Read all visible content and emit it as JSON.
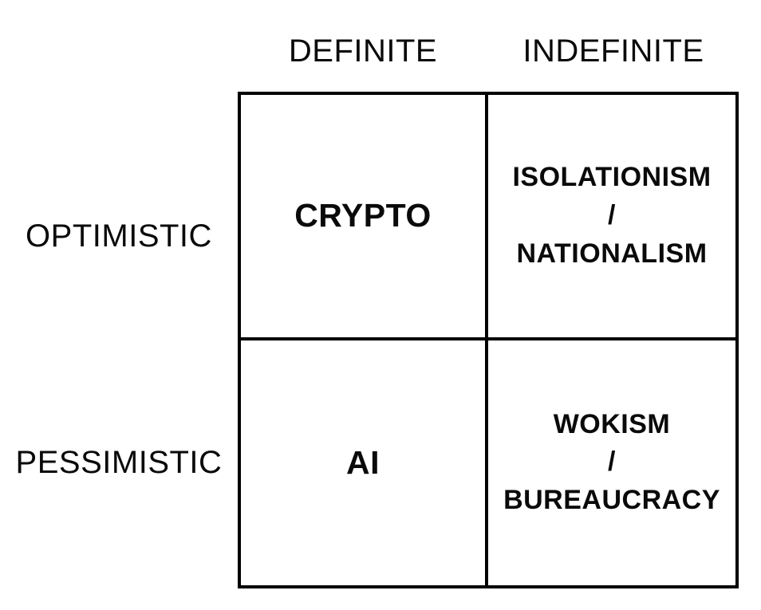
{
  "matrix": {
    "column_headers": [
      "DEFINITE",
      "INDEFINITE"
    ],
    "row_headers": [
      "OPTIMISTIC",
      "PESSIMISTIC"
    ],
    "cells": [
      {
        "row": "OPTIMISTIC",
        "column": "DEFINITE",
        "label": "CRYPTO"
      },
      {
        "row": "OPTIMISTIC",
        "column": "INDEFINITE",
        "label": "ISOLATIONISM / NATIONALISM",
        "lines": [
          "ISOLATIONISM",
          "/",
          "NATIONALISM"
        ]
      },
      {
        "row": "PESSIMISTIC",
        "column": "DEFINITE",
        "label": "AI"
      },
      {
        "row": "PESSIMISTIC",
        "column": "INDEFINITE",
        "label": "WOKISM / BUREAUCRACY",
        "lines": [
          "WOKISM",
          "/",
          "BUREAUCRACY"
        ]
      }
    ],
    "colors": {
      "background": "#ffffff",
      "text": "#0a0a0a",
      "grid_line": "#000000"
    }
  }
}
